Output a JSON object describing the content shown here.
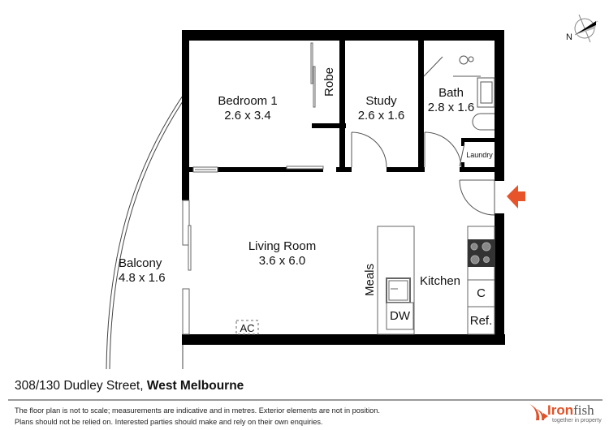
{
  "compass": {
    "label": "N",
    "icon": "north-arrow-icon"
  },
  "rooms": {
    "bedroom": {
      "name": "Bedroom 1",
      "size": "2.6 x 3.4"
    },
    "robe": {
      "name": "Robe"
    },
    "study": {
      "name": "Study",
      "size": "2.6 x 1.6"
    },
    "bath": {
      "name": "Bath",
      "size": "2.8 x 1.6"
    },
    "laundry": {
      "name": "Laundry"
    },
    "living": {
      "name": "Living Room",
      "size": "3.6 x 6.0"
    },
    "balcony": {
      "name": "Balcony",
      "size": "4.8 x 1.6"
    },
    "meals": {
      "name": "Meals"
    },
    "kitchen": {
      "name": "Kitchen"
    }
  },
  "fixtures": {
    "ac": "AC",
    "dishwasher": "DW",
    "cupboard": "C",
    "fridge": "Ref."
  },
  "entry": {
    "icon": "entry-arrow-icon",
    "color": "#e8542a"
  },
  "footer": {
    "address_street": "308/130 Dudley Street,",
    "address_suburb": "West Melbourne",
    "disclaimer_line1": "The floor plan is not to scale; measurements are indicative and in metres. Exterior elements are not in position.",
    "disclaimer_line2": "Plans should not be relied on. Interested parties should make and rely on their own enquiries.",
    "brand_name_bold": "Iron",
    "brand_name_light": "fish",
    "brand_tagline": "together in property",
    "brand_color": "#e0532a"
  }
}
